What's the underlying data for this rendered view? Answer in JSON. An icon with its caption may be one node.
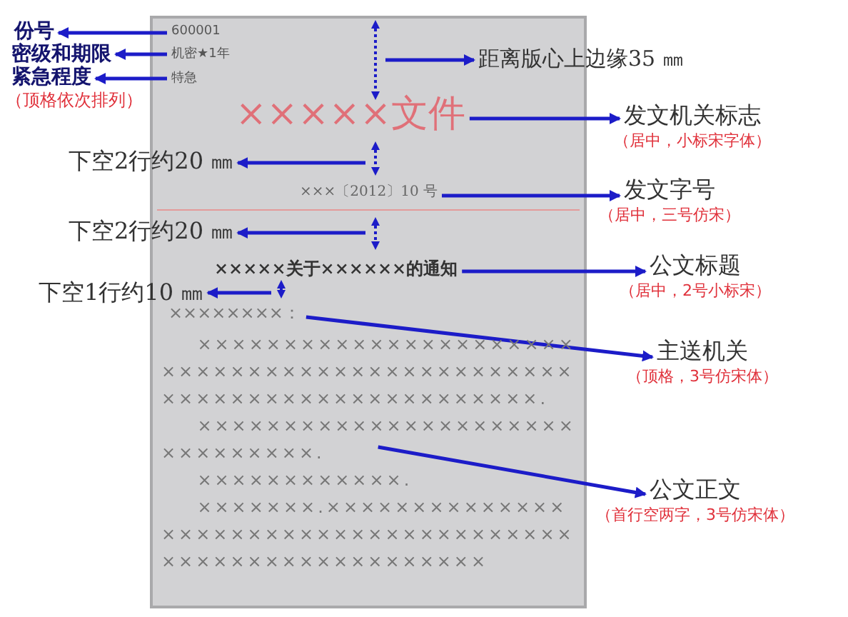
{
  "diagram": {
    "nodes": [
      {
        "text": [
          "份号"
        ]
      },
      {
        "text": [
          "600001"
        ]
      },
      {
        "text": [
          "密级和期限"
        ]
      },
      {
        "text": [
          "机密★1年"
        ]
      },
      {
        "text": [
          "紧急程度"
        ]
      },
      {
        "text": [
          "特急"
        ]
      },
      {
        "text": [
          "距离版心上边缘35 ㎜"
        ]
      },
      {
        "text": [
          "×××××文件"
        ]
      },
      {
        "text": [
          "发文机关标志"
        ],
        "beside": [
          "（居中，小标宋字体）"
        ]
      },
      {
        "text": [
          "下空2行约20 ㎜"
        ]
      },
      {
        "text": [
          "×××〔2012〕10 号"
        ]
      },
      {
        "text": [
          "发文字号"
        ],
        "beside": [
          "（居中，三号仿宋）"
        ]
      },
      {
        "text": [
          "下空2行约20 ㎜"
        ]
      },
      {
        "text": [
          "×××××关于××××××的通知"
        ]
      },
      {
        "text": [
          "公文标题"
        ],
        "beside": [
          "（居中，2号小标宋）"
        ]
      },
      {
        "text": [
          "下空1行约10 ㎜"
        ]
      },
      {
        "text": [
          "××××××××："
        ]
      },
      {
        "text": [
          "主送机关"
        ],
        "beside": [
          "（顶格，3号仿宋体）"
        ]
      },
      {
        "text": [
          "××××××××××××××××××××××××××××××××××××××××××××××××××××××××××××××××××××.",
          "×××××××××××××××××××××××××××××××.",
          "××××××××××××.",
          "×××××××.×××××××××××××××××××××××××××××××××××××××××××××××××××××××××"
        ]
      },
      {
        "text": [
          "公文正文"
        ],
        "beside": [
          "（首行空两字，3号仿宋体）"
        ]
      },
      {
        "text": [],
        "shape": "bar"
      },
      {
        "text": [],
        "shape": "bar"
      },
      {
        "text": [],
        "shape": "bar"
      },
      {
        "text": [],
        "shape": "bar"
      }
    ],
    "edges": [
      {
        "from": 1,
        "to": 0,
        "arrow": "to"
      },
      {
        "from": 3,
        "to": 2,
        "arrow": "to"
      },
      {
        "from": 5,
        "to": 4,
        "arrow": "to"
      },
      {
        "from": 20,
        "to": 6,
        "arrow": "to"
      },
      {
        "from": 7,
        "to": 8,
        "arrow": "to"
      },
      {
        "from": 21,
        "to": 9,
        "arrow": "to"
      },
      {
        "from": 10,
        "to": 11,
        "arrow": "to"
      },
      {
        "from": 22,
        "to": 12,
        "arrow": "to"
      },
      {
        "from": 13,
        "to": 14,
        "arrow": "to"
      },
      {
        "from": 23,
        "to": 15,
        "arrow": "to"
      },
      {
        "from": 16,
        "to": 17,
        "arrow": "to"
      },
      {
        "from": 18,
        "to": 19,
        "arrow": "to"
      }
    ],
    "labels": [
      "（顶格依次排列）"
    ]
  }
}
